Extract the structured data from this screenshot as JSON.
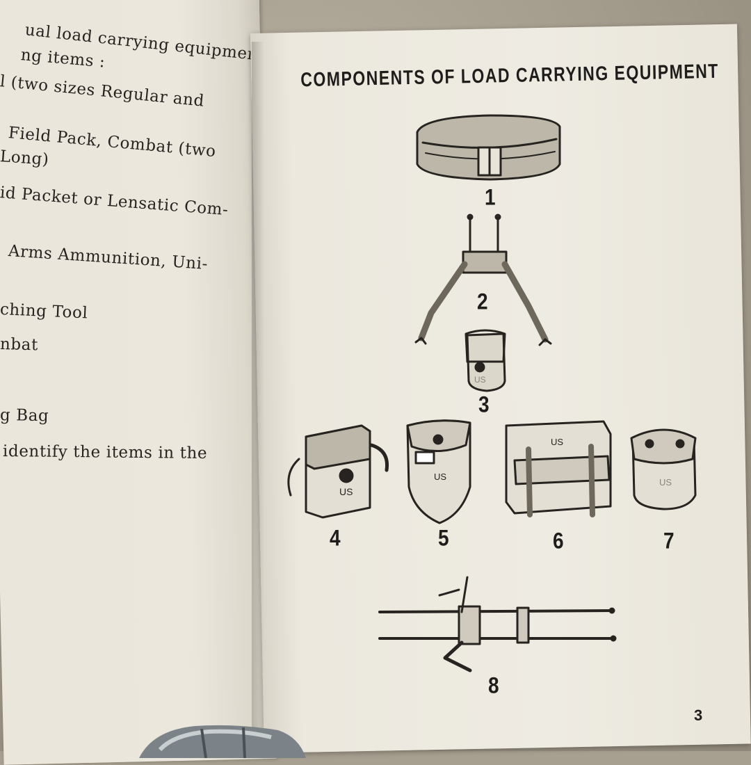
{
  "left_page": {
    "lines": [
      "ual load carrying equipment",
      "ng items :",
      "l  (two  sizes  Regular  and",
      "Field  Pack,  Combat  (two",
      "Long)",
      "id Packet or Lensatic Com-",
      "Arms  Ammunition,  Uni-",
      "ching Tool",
      "nbat",
      "g Bag",
      "identify the items in the"
    ]
  },
  "right_page": {
    "title": "COMPONENTS OF LOAD CARRYING EQUIPMENT",
    "page_number": "3",
    "items": [
      {
        "number": "1",
        "icon": "belt-icon"
      },
      {
        "number": "2",
        "icon": "suspenders-icon"
      },
      {
        "number": "3",
        "icon": "small-pouch-icon",
        "marking": "US"
      },
      {
        "number": "4",
        "icon": "ammo-case-icon",
        "marking": "US"
      },
      {
        "number": "5",
        "icon": "tool-carrier-icon",
        "marking": "US"
      },
      {
        "number": "6",
        "icon": "field-pack-icon",
        "marking": "US"
      },
      {
        "number": "7",
        "icon": "canteen-cover-icon",
        "marking": "US"
      },
      {
        "number": "8",
        "icon": "sleeping-bag-carrier-icon"
      }
    ]
  },
  "colors": {
    "paper": "#ece8de",
    "ink": "#1f1d1b",
    "background": "#a79f8f"
  }
}
